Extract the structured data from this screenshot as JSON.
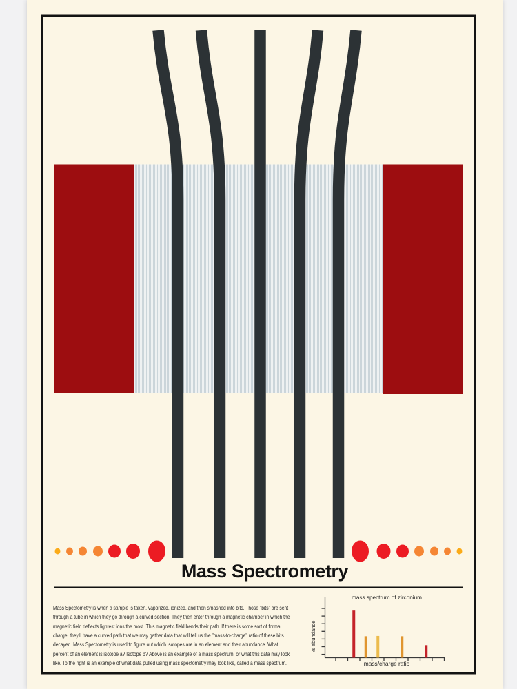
{
  "poster": {
    "title": "Mass Spectrometry",
    "body_lines": [
      "Mass Spectometry is when a sample is taken, vaporized, ionized, and then smashed into bits. Those \"bits\" are sent",
      "through a tube in which they go through a curved section. They then enter through a magnetic chamber in which the",
      "magnetic field deflects lightest ions the most. This magnetic field bends their path. If there is some sort of formal",
      "charge, they'll have a curved path that we may gather data that will tell us the \"mass-to-charge\" ratio of these bits.",
      "decayed. Mass Spectometry is used to figure out which isotopes are in an element and their abundance. What",
      "percent of an element is isotope a? Isotope b? Above is an example of a mass spectrum, or what this data may look",
      "like. To the right is an example of what data pulled using mass spectometry may look like, called a mass spectrum."
    ]
  },
  "colors": {
    "background_gray": "#f2f2f3",
    "poster_cream": "#fcf6e5",
    "ink": "#2c3235",
    "frame_black": "#131313",
    "magnet_red": "#9d0d10",
    "stripe_blue": "#cbd5da",
    "stripe_white": "#eef1f2",
    "dot_red": "#ec1b23",
    "dot_orange": "#f58634",
    "dot_yellow": "#fbab18",
    "axis": "#3a3a3a",
    "underline": "#111111"
  },
  "chart_data": {
    "type": "bar",
    "title": "mass spectrum of zirconium",
    "xlabel": "mass/charge ratio",
    "ylabel": "% abundance",
    "x_tick_count": 10,
    "y_tick_count": 7,
    "x_tick_labels": [],
    "y_tick_labels": [],
    "grid": false,
    "legend": false,
    "bars": [
      {
        "gap_index": 2,
        "height_frac": 0.79,
        "color": "#c4232a"
      },
      {
        "gap_index": 3,
        "height_frac": 0.36,
        "color": "#e0952f"
      },
      {
        "gap_index": 4,
        "height_frac": 0.365,
        "color": "#ecbb4d"
      },
      {
        "gap_index": 6,
        "height_frac": 0.36,
        "color": "#e0952f"
      },
      {
        "gap_index": 8,
        "height_frac": 0.21,
        "color": "#c4232a"
      }
    ],
    "note": "axes carry unlabeled tick marks only; each bar sits between two x ticks"
  }
}
